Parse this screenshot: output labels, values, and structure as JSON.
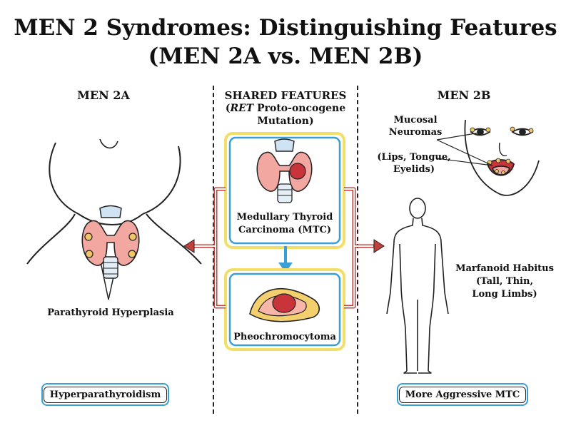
{
  "title": {
    "line1": "MEN 2 Syndromes: Distinguishing Features",
    "line2": "(MEN 2A vs. MEN 2B)"
  },
  "left": {
    "heading": "MEN 2A",
    "feature_label": "Parathyroid Hyperplasia",
    "badge": "Hyperparathyroidism"
  },
  "shared": {
    "heading": "SHARED FEATURES",
    "subtitle_em": "RET",
    "subtitle_rest": " Proto-oncogene",
    "subtitle_line2": "Mutation)",
    "open_paren": "(",
    "mtc_line1": "Medullary Thyroid",
    "mtc_line2": "Carcinoma (MTC)",
    "pheo_label": "Pheochromocytoma"
  },
  "right": {
    "heading": "MEN 2B",
    "mucosal_line1": "Mucosal",
    "mucosal_line2": "Neuromas",
    "sites_line1": "(Lips, Tongue,",
    "sites_line2": "Eyelids)",
    "marfanoid_line1": "Marfanoid Habitus",
    "marfanoid_line2": "(Tall, Thin,",
    "marfanoid_line3": "Long Limbs)",
    "badge": "More Aggressive MTC"
  },
  "colors": {
    "thyroid": "#f2a7a0",
    "tumor": "#c9343b",
    "arrow_red": "#c0403c",
    "arrow_blue": "#3a9fd6",
    "box_yellow": "#f2df6a",
    "box_blue": "#3a9fd6",
    "adrenal": "#f3cf6e",
    "nodule": "#f1c667"
  }
}
